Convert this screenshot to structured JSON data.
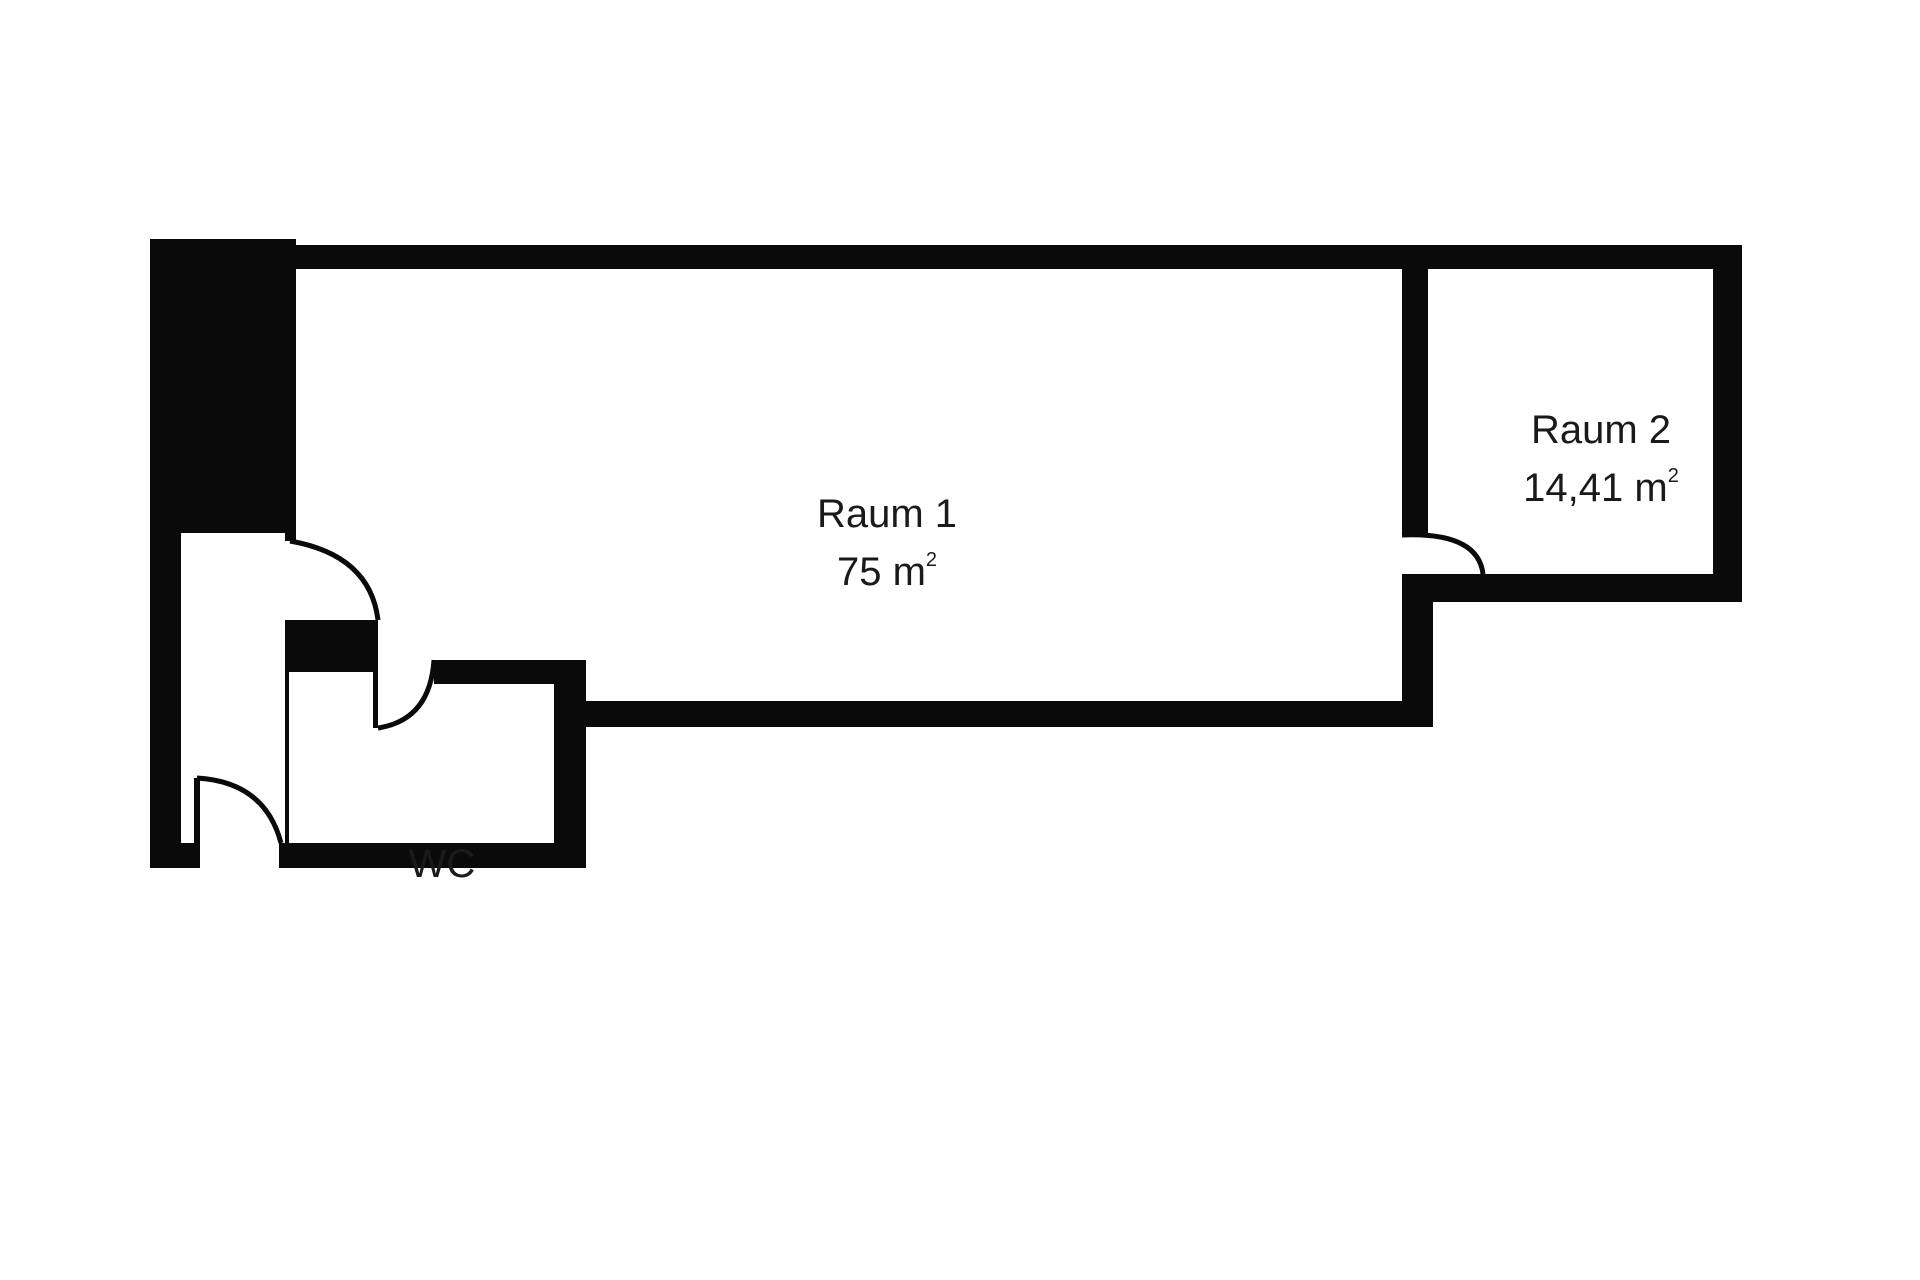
{
  "rooms": [
    {
      "name": "Raum 1",
      "area_value": "75 m",
      "area_sup": "2"
    },
    {
      "name": "Raum 2",
      "area_value": "14,41 m",
      "area_sup": "2"
    },
    {
      "name": "WC"
    }
  ],
  "colors": {
    "wall": "#0a0a0a",
    "background": "#ffffff",
    "text": "#1a1a1a"
  }
}
